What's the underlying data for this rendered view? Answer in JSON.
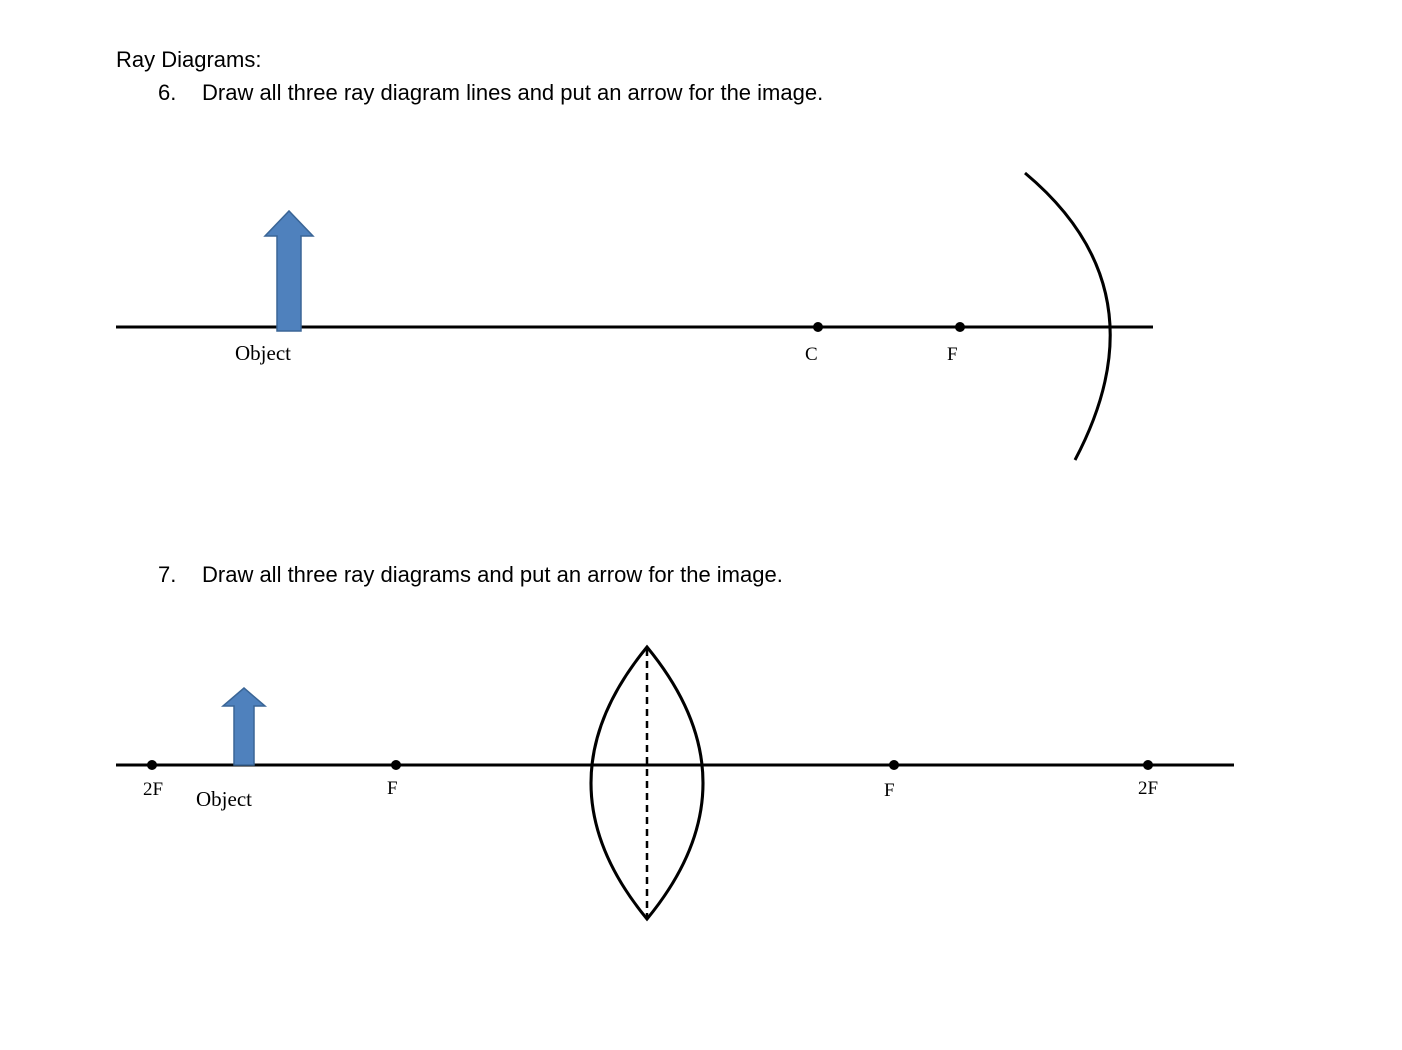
{
  "heading": "Ray Diagrams:",
  "questions": [
    {
      "number": "6.",
      "text": "Draw all three ray diagram lines and put an arrow for the image.",
      "diagram": {
        "optic": "concave-mirror",
        "object_label": "Object",
        "points": [
          {
            "label": "C"
          },
          {
            "label": "F"
          }
        ]
      }
    },
    {
      "number": "7.",
      "text": "Draw all three ray diagrams and put an arrow for the image.",
      "diagram": {
        "optic": "convex-lens",
        "object_label": "Object",
        "points": [
          {
            "label": "2F"
          },
          {
            "label": "F"
          },
          {
            "label": "F"
          },
          {
            "label": "2F"
          }
        ]
      }
    }
  ],
  "colors": {
    "arrow_fill": "#4f81bd",
    "arrow_stroke": "#3a6596",
    "line": "#000000"
  }
}
